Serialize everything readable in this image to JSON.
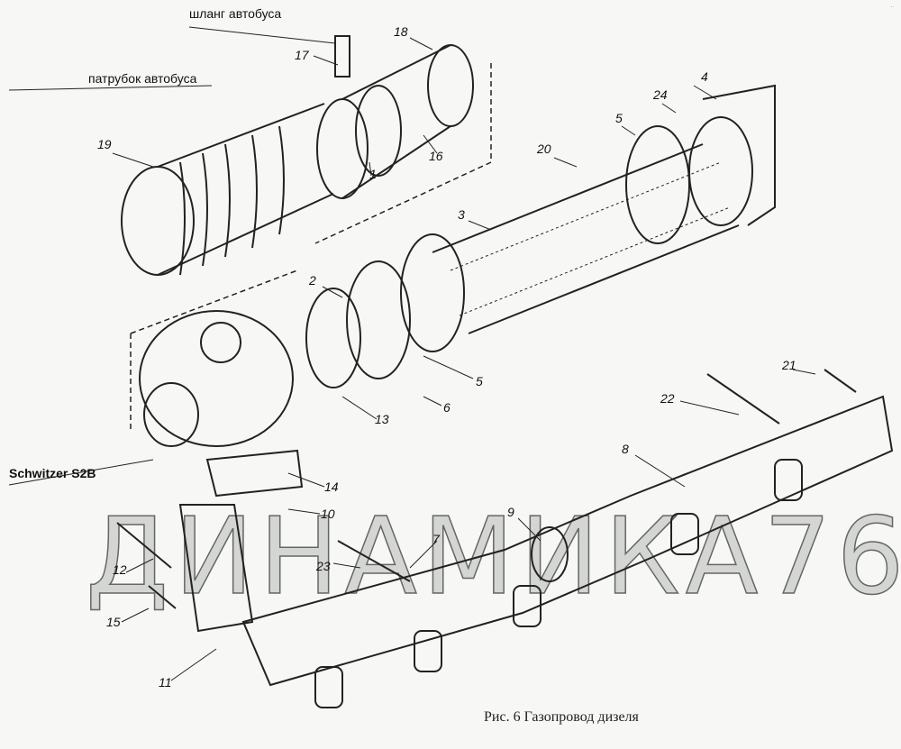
{
  "caption": "Рис. 6 Газопровод дизеля",
  "watermark": "ДИНАМИКА76",
  "notes": {
    "hose": "шланг автобуса",
    "pipe": "патрубок автобуса",
    "turbo": "Schwitzer S2B"
  },
  "callouts": {
    "c17": "17",
    "c18": "18",
    "c4": "4",
    "c24": "24",
    "c5a": "5",
    "c20": "20",
    "c16": "16",
    "c1": "1",
    "c19": "19",
    "c3": "3",
    "c2": "2",
    "c5b": "5",
    "c6": "6",
    "c13": "13",
    "c14": "14",
    "c10": "10",
    "c12": "12",
    "c23": "23",
    "c7": "7",
    "c9": "9",
    "c8": "8",
    "c22": "22",
    "c21": "21",
    "c15": "15",
    "c11": "11"
  }
}
